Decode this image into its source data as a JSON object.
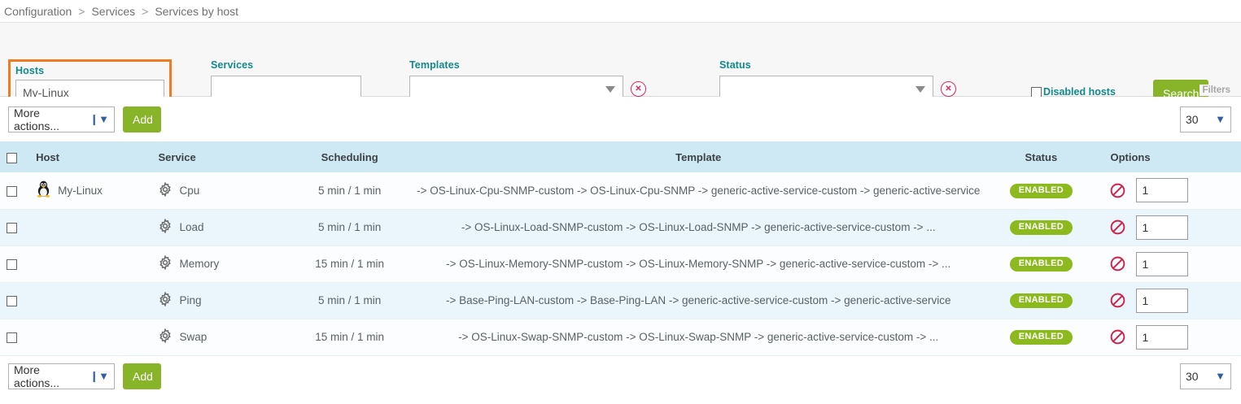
{
  "breadcrumb": {
    "items": [
      "Configuration",
      "Services",
      "Services by host"
    ],
    "separator": ">"
  },
  "filters": {
    "hosts": {
      "label": "Hosts",
      "value": "My-Linux",
      "placeholder": ""
    },
    "services": {
      "label": "Services",
      "value": "",
      "placeholder": ""
    },
    "templates": {
      "label": "Templates",
      "value": "",
      "clear_label": "✕"
    },
    "status": {
      "label": "Status",
      "value": "",
      "clear_label": "✕"
    },
    "disabled_hosts": {
      "label": "Disabled hosts",
      "checked": false
    },
    "search_label": "Search",
    "filters_tag": "Filters"
  },
  "toolbar": {
    "more_actions_label": "More actions...",
    "add_label": "Add",
    "page_size": "30"
  },
  "table": {
    "columns": [
      "Host",
      "Service",
      "Scheduling",
      "Template",
      "Status",
      "Options"
    ],
    "rows": [
      {
        "host": "My-Linux",
        "host_icon": "tux-icon",
        "service": "Cpu",
        "scheduling": "5 min / 1 min",
        "template": "-> OS-Linux-Cpu-SNMP-custom -> OS-Linux-Cpu-SNMP -> generic-active-service-custom -> generic-active-service",
        "status": "ENABLED",
        "quantity": "1"
      },
      {
        "host": "",
        "host_icon": "",
        "service": "Load",
        "scheduling": "5 min / 1 min",
        "template": "-> OS-Linux-Load-SNMP-custom -> OS-Linux-Load-SNMP -> generic-active-service-custom -> ...",
        "status": "ENABLED",
        "quantity": "1"
      },
      {
        "host": "",
        "host_icon": "",
        "service": "Memory",
        "scheduling": "15 min / 1 min",
        "template": "-> OS-Linux-Memory-SNMP-custom -> OS-Linux-Memory-SNMP -> generic-active-service-custom -> ...",
        "status": "ENABLED",
        "quantity": "1"
      },
      {
        "host": "",
        "host_icon": "",
        "service": "Ping",
        "scheduling": "5 min / 1 min",
        "template": "-> Base-Ping-LAN-custom -> Base-Ping-LAN -> generic-active-service-custom -> generic-active-service",
        "status": "ENABLED",
        "quantity": "1"
      },
      {
        "host": "",
        "host_icon": "",
        "service": "Swap",
        "scheduling": "15 min / 1 min",
        "template": "-> OS-Linux-Swap-SNMP-custom -> OS-Linux-Swap-SNMP -> generic-active-service-custom -> ...",
        "status": "ENABLED",
        "quantity": "1"
      }
    ]
  },
  "colors": {
    "accent_green": "#88b42a",
    "badge_green": "#8cb91e",
    "label_teal": "#128a8a",
    "highlight_orange": "#f07c22",
    "header_blue": "#cfe9f4",
    "deny_red": "#e0245e"
  }
}
